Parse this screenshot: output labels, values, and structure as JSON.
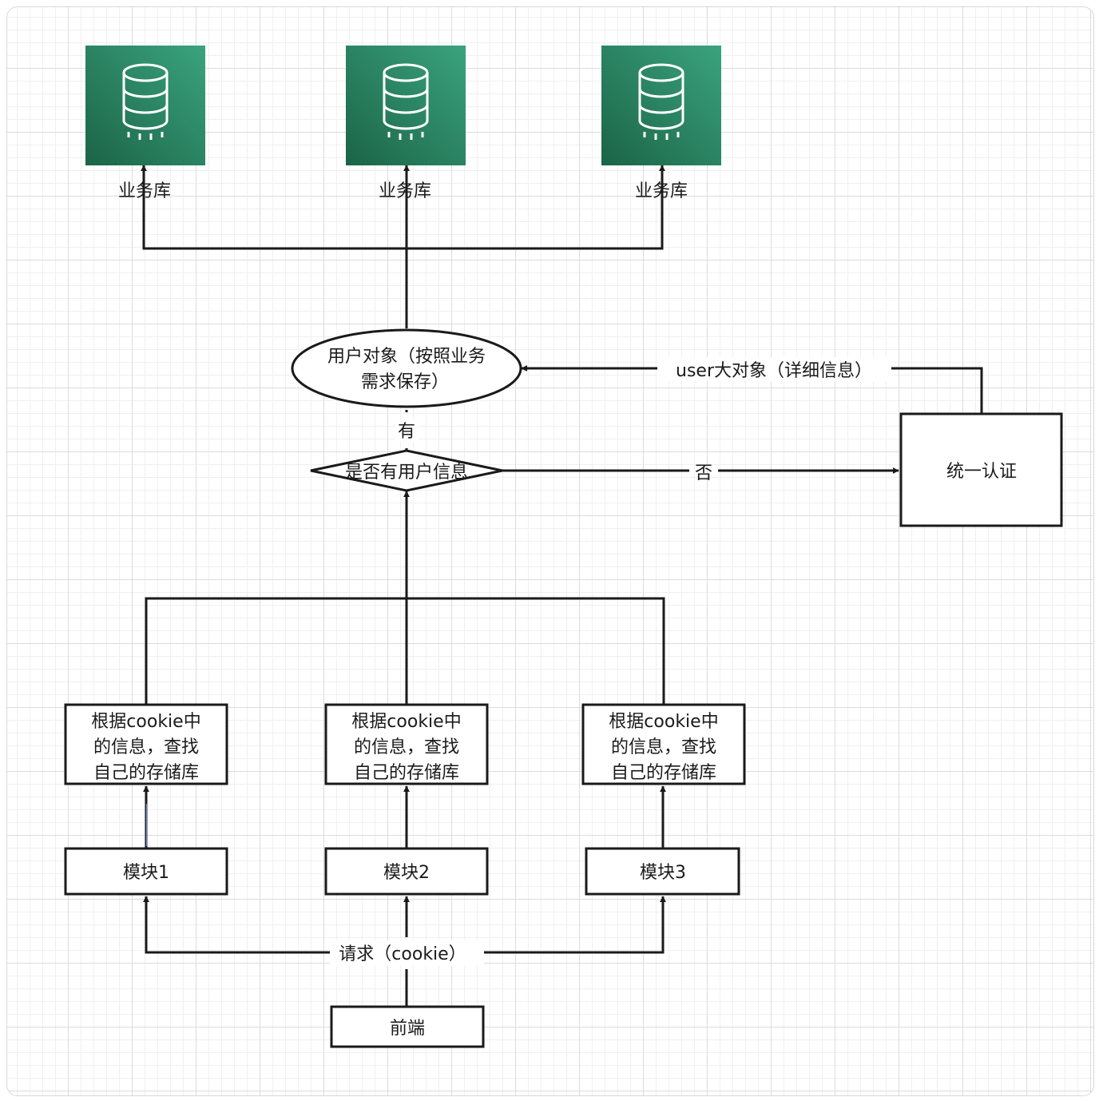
{
  "databases": [
    {
      "label": "业务库",
      "icon": "database-icon"
    },
    {
      "label": "业务库",
      "icon": "database-icon"
    },
    {
      "label": "业务库",
      "icon": "database-icon"
    }
  ],
  "user_object": {
    "line1": "用户对象（按照业务",
    "line2": "需求保存）"
  },
  "edges": {
    "user_big_object": "user大对象（详细信息）",
    "yes": "有",
    "no": "否",
    "request": "请求（cookie）"
  },
  "decision": {
    "label": "是否有用户信息"
  },
  "unified_auth": {
    "label": "统一认证"
  },
  "lookups": [
    {
      "line1": "根据cookie中",
      "line2": "的信息，查找",
      "line3": "自己的存储库"
    },
    {
      "line1": "根据cookie中",
      "line2": "的信息，查找",
      "line3": "自己的存储库"
    },
    {
      "line1": "根据cookie中",
      "line2": "的信息，查找",
      "line3": "自己的存储库"
    }
  ],
  "modules": [
    {
      "label": "模块1"
    },
    {
      "label": "模块2"
    },
    {
      "label": "模块3"
    }
  ],
  "frontend": {
    "label": "前端"
  },
  "colors": {
    "db_dark": "#1b6446",
    "db_light": "#3aa37f",
    "stroke": "#1a1a1a"
  }
}
